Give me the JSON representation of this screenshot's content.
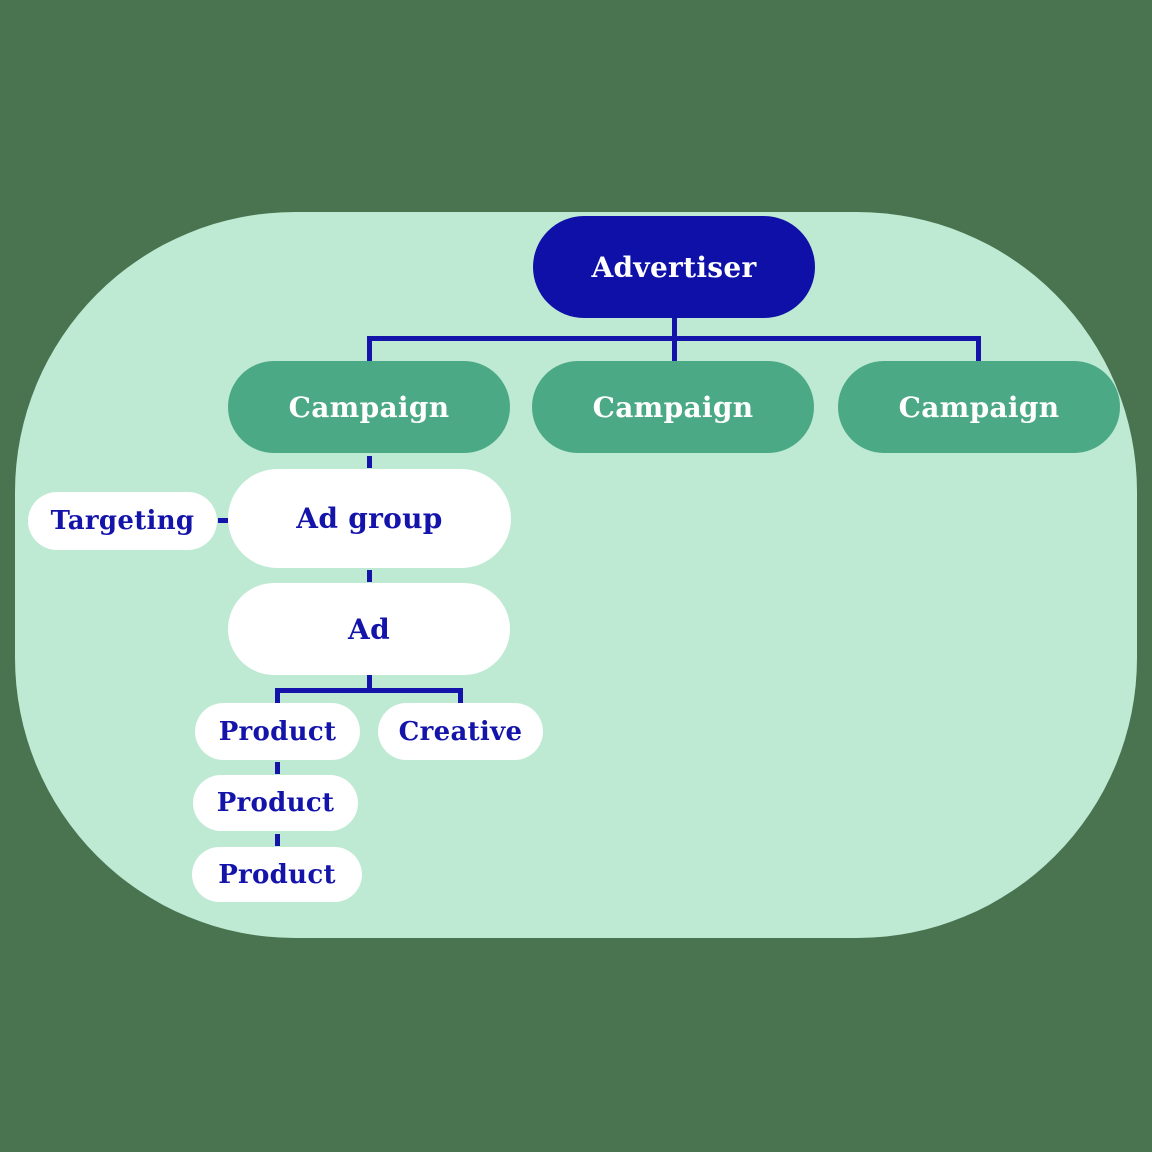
{
  "diagram": {
    "type": "hierarchy",
    "nodes": {
      "advertiser": {
        "label": "Advertiser"
      },
      "campaigns": [
        {
          "label": "Campaign"
        },
        {
          "label": "Campaign"
        },
        {
          "label": "Campaign"
        }
      ],
      "targeting": {
        "label": "Targeting"
      },
      "ad_group": {
        "label": "Ad group"
      },
      "ad": {
        "label": "Ad"
      },
      "products": [
        {
          "label": "Product"
        },
        {
          "label": "Product"
        },
        {
          "label": "Product"
        }
      ],
      "creative": {
        "label": "Creative"
      }
    },
    "edges": [
      "advertiser->campaign-1",
      "advertiser->campaign-2",
      "advertiser->campaign-3",
      "campaign-1->ad-group",
      "targeting->ad-group",
      "ad-group->ad",
      "ad->product-1",
      "ad->creative",
      "product-1->product-2",
      "product-2->product-3"
    ]
  },
  "colors": {
    "background": "#4a7450",
    "panel": "#bee9d3",
    "advertiser_fill": "#0e10a7",
    "campaign_fill": "#4ba985",
    "node_fill": "#ffffff",
    "ink": "#1414ab",
    "text_on_dark": "#ffffff"
  }
}
